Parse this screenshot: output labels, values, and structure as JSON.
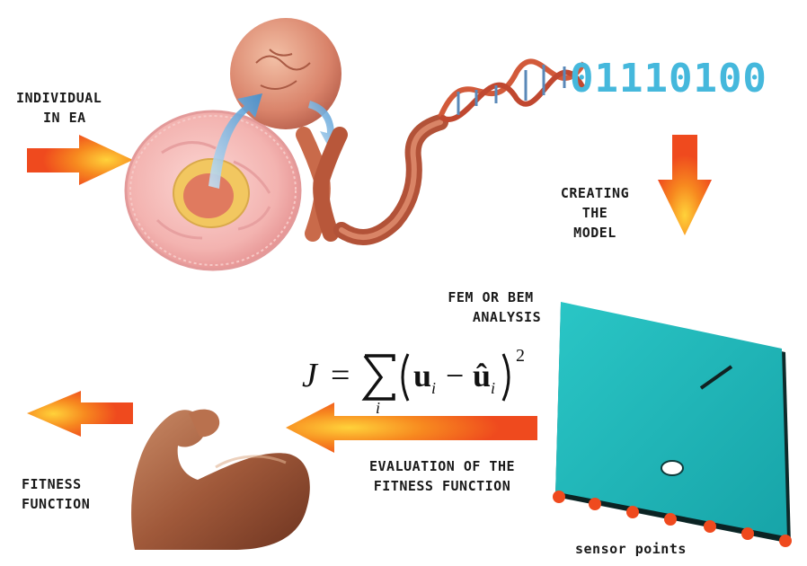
{
  "labels": {
    "individual_line1": "INDIVIDUAL",
    "individual_line2": "IN EA",
    "creating_line1": "CREATING",
    "creating_line2": "THE",
    "creating_line3": "MODEL",
    "fem_line1": "FEM OR BEM",
    "fem_line2": "ANALYSIS",
    "evaluation_line1": "EVALUATION OF THE",
    "evaluation_line2": "FITNESS FUNCTION",
    "fitness_line1": "FITNESS",
    "fitness_line2": "FUNCTION",
    "sensor": "sensor points"
  },
  "binary_code": "01110100",
  "formula": {
    "lhs": "J",
    "equals": "=",
    "sum_index": "i",
    "u": "u",
    "u_hat": "û",
    "subscript": "i",
    "minus": "−",
    "exponent": "2"
  },
  "colors": {
    "arrow_orange": "#f05a1a",
    "arrow_glow": "#ffd23a",
    "binary_blue": "#45b8dc",
    "plate_teal": "#1eb3b3",
    "sensor_dot": "#ef4a1e"
  },
  "icons": [
    "cell-icon",
    "nucleus-icon",
    "chromosome-icon",
    "dna-helix-icon",
    "flexed-arm-icon",
    "plate-model-icon"
  ]
}
